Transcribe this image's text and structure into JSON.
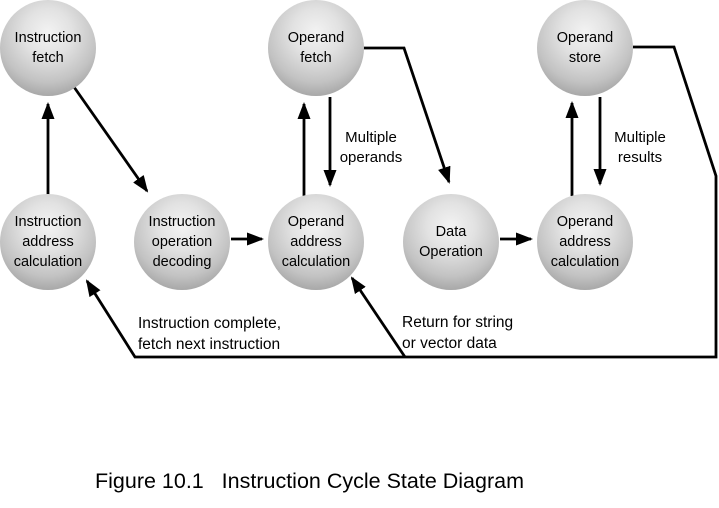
{
  "diagram": {
    "title": "Instruction Cycle State Diagram",
    "nodes": [
      {
        "id": "instruction-fetch",
        "label": "Instruction\nfetch"
      },
      {
        "id": "operand-fetch",
        "label": "Operand\nfetch"
      },
      {
        "id": "operand-store",
        "label": "Operand\nstore"
      },
      {
        "id": "instruction-address-calculation",
        "label": "Instruction\naddress\ncalculation"
      },
      {
        "id": "instruction-operation-decoding",
        "label": "Instruction\noperation\ndecoding"
      },
      {
        "id": "operand-address-calculation-left",
        "label": "Operand\naddress\ncalculation"
      },
      {
        "id": "data-operation",
        "label": "Data\nOperation"
      },
      {
        "id": "operand-address-calculation-right",
        "label": "Operand\naddress\ncalculation"
      }
    ],
    "edge_labels": {
      "multiple_operands": "Multiple\noperands",
      "multiple_results": "Multiple\nresults",
      "instruction_complete": "Instruction complete,\nfetch next instruction",
      "return_string": "Return for string\nor vector data"
    },
    "caption": "Figure 10.1   Instruction Cycle State Diagram",
    "colors": {
      "line": "#000000",
      "circle_edge": "#8d8d8d",
      "circle_highlight": "#f3f3f3",
      "background": "#ffffff"
    }
  }
}
